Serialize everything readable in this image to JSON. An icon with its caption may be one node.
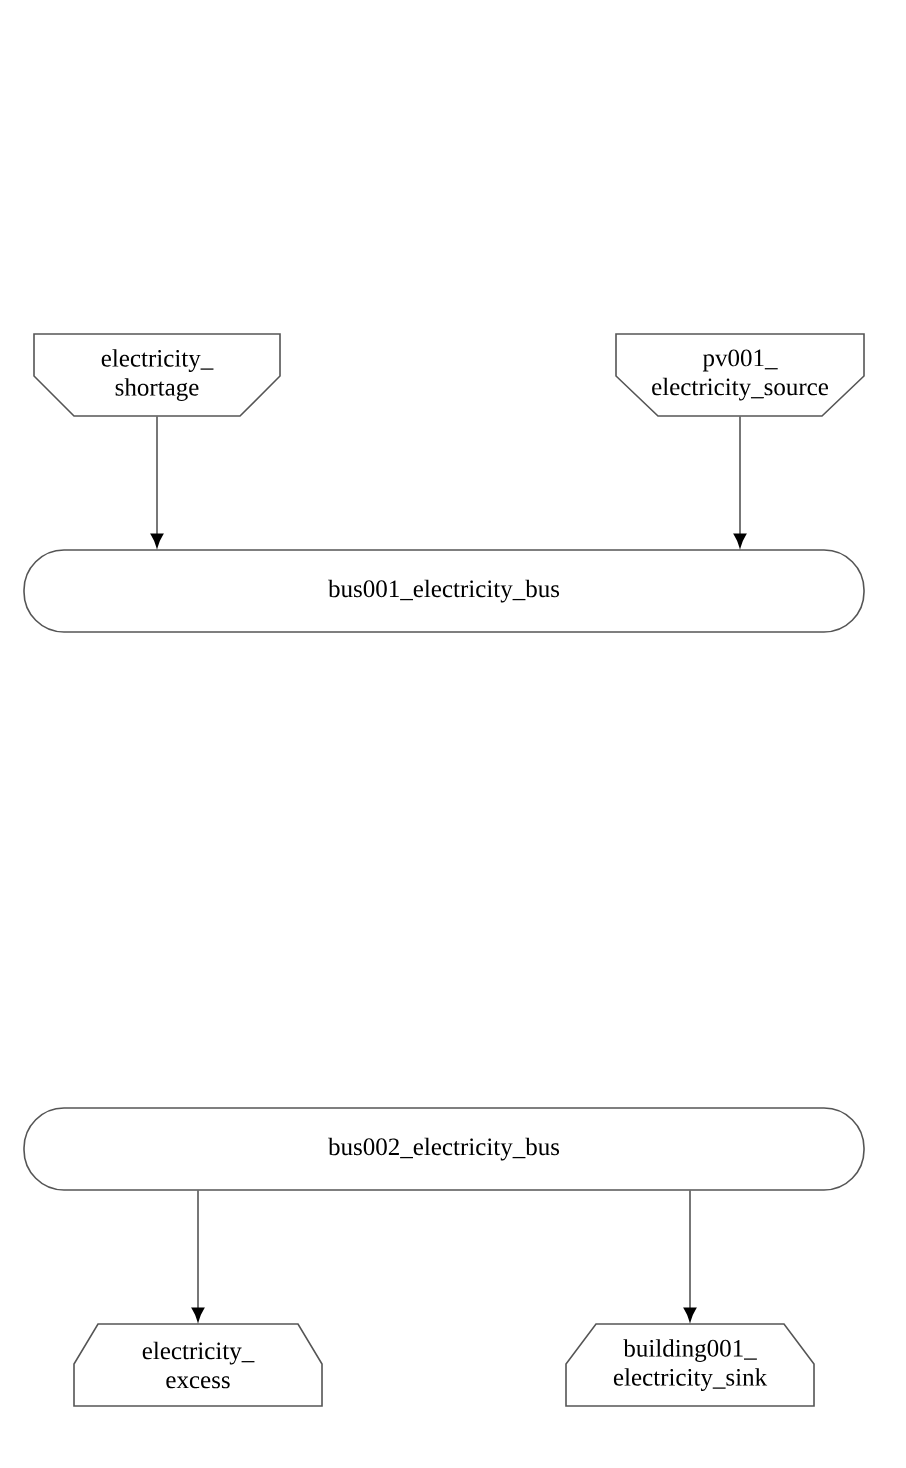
{
  "diagram": {
    "nodes": [
      {
        "text": [
          "electricity_ shortage"
        ]
      },
      {
        "text": [
          "pv001_ electricity_source"
        ]
      },
      {
        "text": [
          "bus001_electricity_bus"
        ]
      },
      {
        "text": [
          "bus002_electricity_bus"
        ]
      },
      {
        "text": [
          "electricity_ excess"
        ]
      },
      {
        "text": [
          "building001_ electricity_sink"
        ]
      }
    ],
    "edges": [
      {
        "from": 0,
        "to": 2,
        "arrow": "to"
      },
      {
        "from": 1,
        "to": 2,
        "arrow": "to"
      },
      {
        "from": 3,
        "to": 4,
        "arrow": "to"
      },
      {
        "from": 3,
        "to": 5,
        "arrow": "to"
      }
    ]
  }
}
